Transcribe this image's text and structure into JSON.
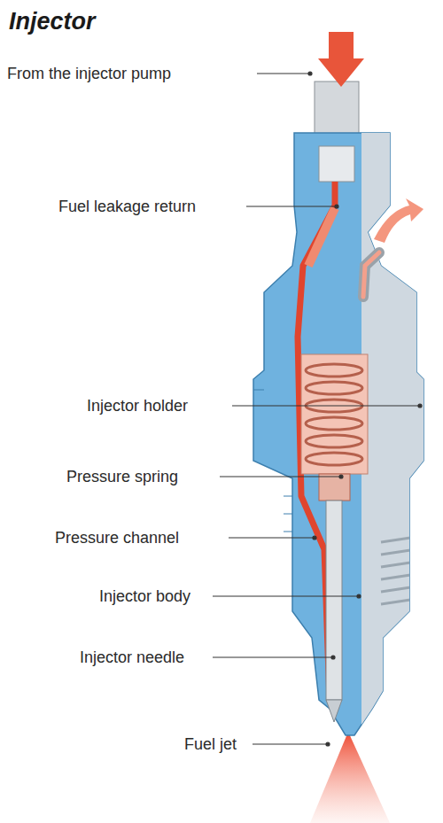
{
  "diagram": {
    "title": "Injector",
    "labels": [
      "From the injector pump",
      "Fuel leakage return",
      "Injector holder",
      "Pressure spring",
      "Pressure channel",
      "Injector body",
      "Injector needle",
      "Fuel jet"
    ]
  }
}
